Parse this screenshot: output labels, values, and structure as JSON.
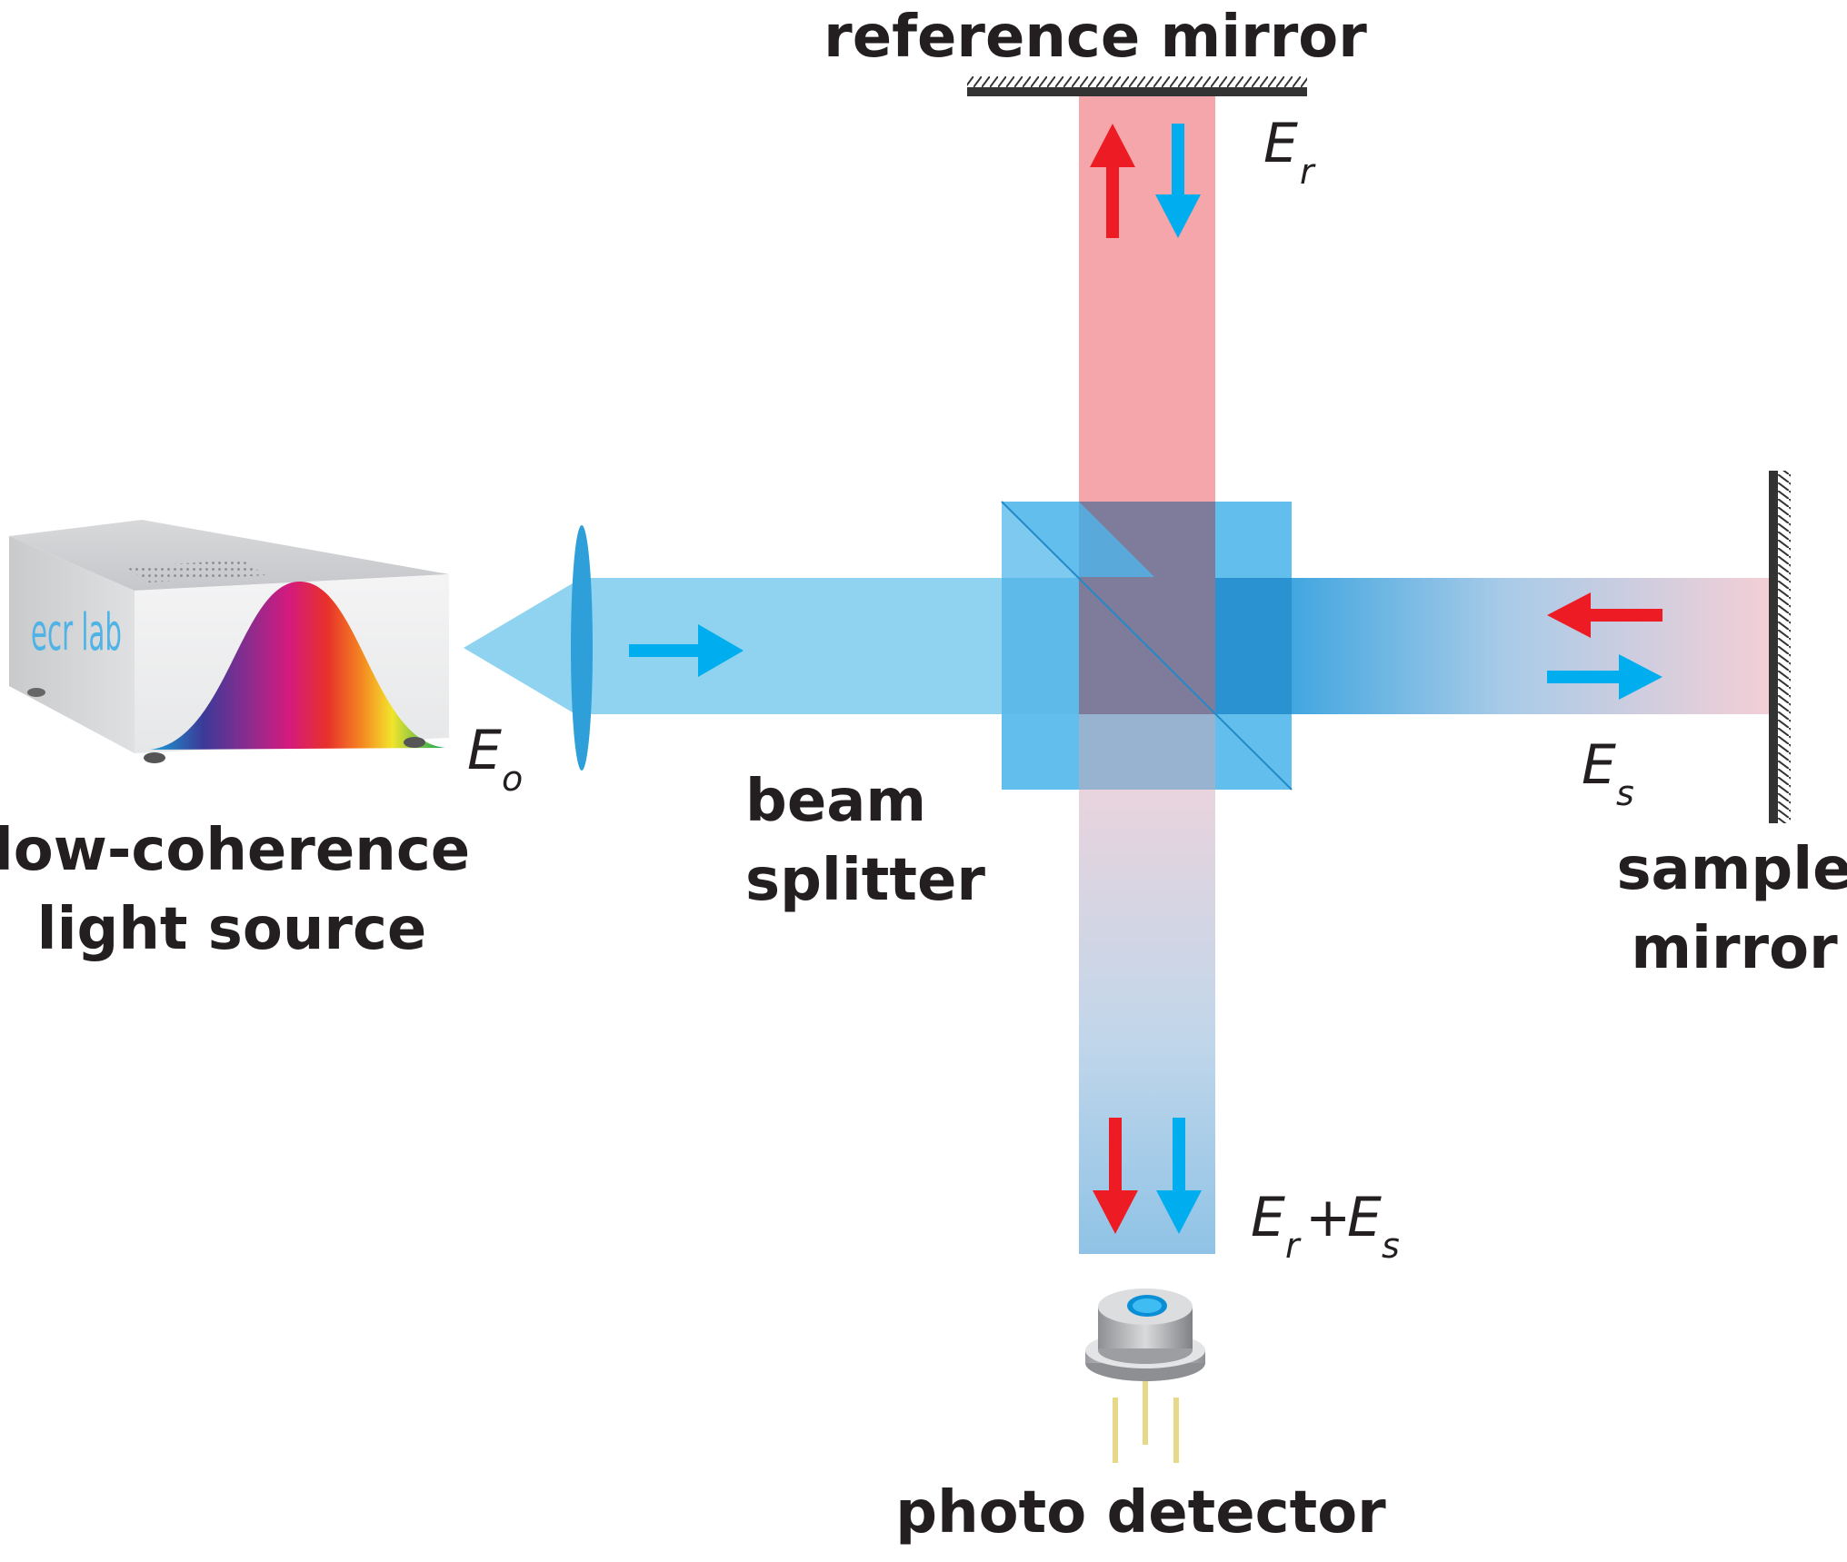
{
  "labels": {
    "reference_mirror": "reference mirror",
    "sample_mirror_line1": "sample",
    "sample_mirror_line2": "mirror",
    "beam_splitter_line1": "beam",
    "beam_splitter_line2": "splitter",
    "light_source_line1": "low-coherence",
    "light_source_line2": "light source",
    "photo_detector": "photo detector"
  },
  "fields": {
    "E_o": {
      "symbol": "E",
      "sub": "o"
    },
    "E_r": {
      "symbol": "E",
      "sub": "r"
    },
    "E_s": {
      "symbol": "E",
      "sub": "s"
    },
    "E_sum": {
      "symbol1": "E",
      "sub1": "r",
      "plus": "+",
      "symbol2": "E",
      "sub2": "s"
    }
  },
  "brand_text": "ecr lab",
  "colors": {
    "blue_arrow": "#00aeef",
    "red_arrow": "#ed1c24",
    "blue_beam": "#8fd3f0",
    "red_beam": "#f4a6aa",
    "splitter": "#3fb0e8",
    "mirror": "#333333",
    "text": "#231f20"
  }
}
